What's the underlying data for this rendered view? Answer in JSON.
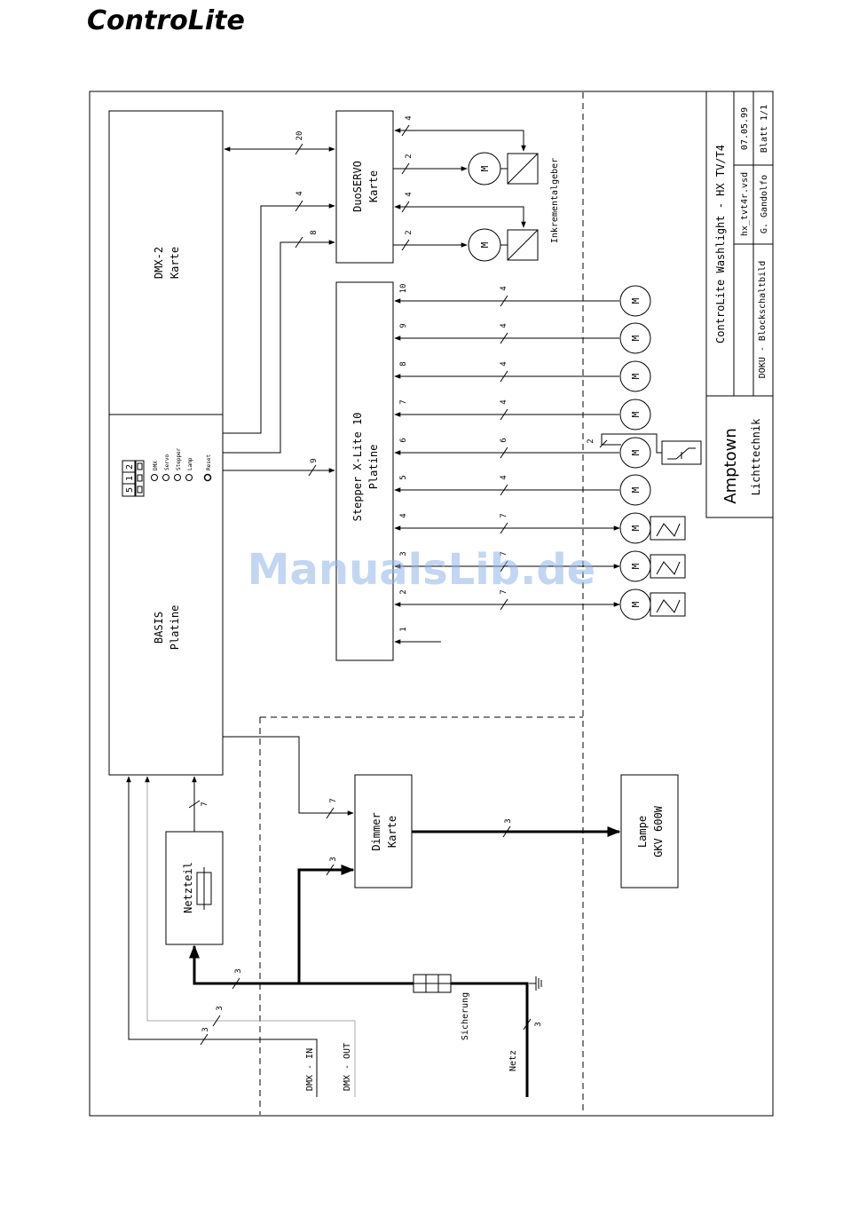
{
  "logo": {
    "text": "ControLite"
  },
  "watermark": "ManualsLib.de",
  "blocks": {
    "dmx2": [
      "DMX-2",
      "Karte"
    ],
    "basis": [
      "BASIS",
      "Platine"
    ],
    "duoservo": [
      "DuoSERVO",
      "Karte"
    ],
    "stepper": [
      "Stepper X-Lite 10",
      "Platine"
    ],
    "netzteil": "Netzteil",
    "dimmer": [
      "Dimmer",
      "Karte"
    ],
    "lampe": [
      "Lampe",
      "GKV 600W"
    ]
  },
  "basis_panel": {
    "display": [
      "5",
      "1",
      "2"
    ],
    "leds": [
      "DMX",
      "Servo",
      "Stepper",
      "Lamp",
      "Reset"
    ]
  },
  "wire_counts": {
    "dmx2_duoservo": "20",
    "basis_duoservo_a": "4",
    "basis_duoservo_b": "8",
    "basis_stepper": "9",
    "servo_enc_1": "4",
    "servo_motor_1": "2",
    "servo_enc_2": "4",
    "servo_motor_2": "2",
    "netzteil_basis": "7",
    "basis_dimmer": "7",
    "power_dimmer": "3",
    "dimmer_lampe": "3",
    "power_netzteil": "3",
    "dmx_out": "3",
    "dmx_in": "3",
    "netz": "3",
    "stepper_ch6_extra": "2"
  },
  "stepper_channels": [
    {
      "ch": "10",
      "wires": "4"
    },
    {
      "ch": "9",
      "wires": "4"
    },
    {
      "ch": "8",
      "wires": "4"
    },
    {
      "ch": "7",
      "wires": "4"
    },
    {
      "ch": "6",
      "wires": "6"
    },
    {
      "ch": "5",
      "wires": "4"
    },
    {
      "ch": "4",
      "wires": "7"
    },
    {
      "ch": "3",
      "wires": "7"
    },
    {
      "ch": "2",
      "wires": "7"
    },
    {
      "ch": "1",
      "wires": ""
    }
  ],
  "motor_symbol": "M",
  "labels": {
    "inkrementalgeber": "Inkrementalgeber",
    "sicherung": "Sicherung",
    "netz": "Netz",
    "dmx_in": "DMX - IN",
    "dmx_out": "DMX - OUT"
  },
  "title_block": {
    "title": "ControLite Washlight - HX TV/T4",
    "file": "hx_tvt4r.vsd",
    "date": "07.05.99",
    "doc": "DOKU - Blockschaltbild",
    "author": "G. Gandolfo",
    "sheet": "Blatt 1/1",
    "company": "Amptown",
    "department": "Lichttechnik"
  }
}
